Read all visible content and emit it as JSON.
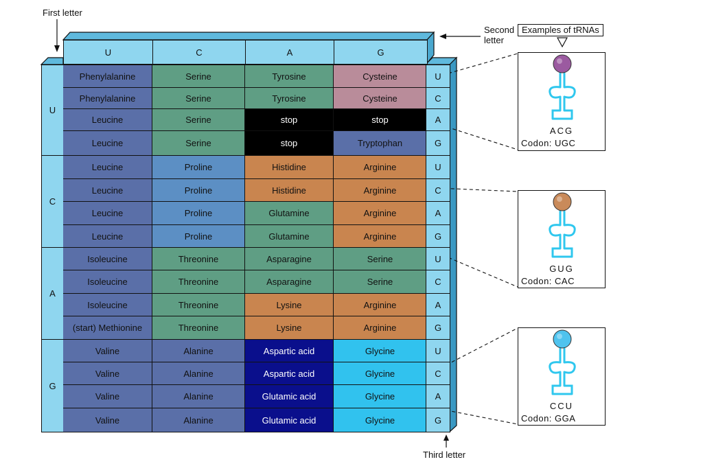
{
  "labels": {
    "first_letter": "First letter",
    "second_letter": "Second\nletter",
    "third_letter": "Third letter",
    "examples": "Examples of tRNAs"
  },
  "second_letters": [
    "U",
    "C",
    "A",
    "G"
  ],
  "first_letters": [
    "U",
    "C",
    "A",
    "G"
  ],
  "third_letters": [
    "U",
    "C",
    "A",
    "G",
    "U",
    "C",
    "A",
    "G",
    "U",
    "C",
    "A",
    "G",
    "U",
    "C",
    "A",
    "G"
  ],
  "colors": {
    "slate": "#5a6fa8",
    "green": "#5f9e84",
    "mauve": "#b98c9a",
    "stop": "#000000",
    "sky": "#5c8fc4",
    "orange": "#c9854f",
    "navy": "#0a0f8c",
    "cyan": "#31c2ee",
    "trna_purple": "#9b5aa0",
    "trna_brown": "#c98a5a",
    "trna_blue": "#4fc3ee",
    "trna_cyan": "#2fc7ee"
  },
  "rows": [
    [
      [
        "Phenylalanine",
        "slate"
      ],
      [
        "Serine",
        "green"
      ],
      [
        "Tyrosine",
        "green"
      ],
      [
        "Cysteine",
        "mauve"
      ]
    ],
    [
      [
        "Phenylalanine",
        "slate"
      ],
      [
        "Serine",
        "green"
      ],
      [
        "Tyrosine",
        "green"
      ],
      [
        "Cysteine",
        "mauve"
      ]
    ],
    [
      [
        "Leucine",
        "slate"
      ],
      [
        "Serine",
        "green"
      ],
      [
        "stop",
        "stop"
      ],
      [
        "stop",
        "stop"
      ]
    ],
    [
      [
        "Leucine",
        "slate"
      ],
      [
        "Serine",
        "green"
      ],
      [
        "stop",
        "stop"
      ],
      [
        "Tryptophan",
        "slate"
      ]
    ],
    [
      [
        "Leucine",
        "slate"
      ],
      [
        "Proline",
        "sky"
      ],
      [
        "Histidine",
        "orange"
      ],
      [
        "Arginine",
        "orange"
      ]
    ],
    [
      [
        "Leucine",
        "slate"
      ],
      [
        "Proline",
        "sky"
      ],
      [
        "Histidine",
        "orange"
      ],
      [
        "Arginine",
        "orange"
      ]
    ],
    [
      [
        "Leucine",
        "slate"
      ],
      [
        "Proline",
        "sky"
      ],
      [
        "Glutamine",
        "green"
      ],
      [
        "Arginine",
        "orange"
      ]
    ],
    [
      [
        "Leucine",
        "slate"
      ],
      [
        "Proline",
        "sky"
      ],
      [
        "Glutamine",
        "green"
      ],
      [
        "Arginine",
        "orange"
      ]
    ],
    [
      [
        "Isoleucine",
        "slate"
      ],
      [
        "Threonine",
        "green"
      ],
      [
        "Asparagine",
        "green"
      ],
      [
        "Serine",
        "green"
      ]
    ],
    [
      [
        "Isoleucine",
        "slate"
      ],
      [
        "Threonine",
        "green"
      ],
      [
        "Asparagine",
        "green"
      ],
      [
        "Serine",
        "green"
      ]
    ],
    [
      [
        "Isoleucine",
        "slate"
      ],
      [
        "Threonine",
        "green"
      ],
      [
        "Lysine",
        "orange"
      ],
      [
        "Arginine",
        "orange"
      ]
    ],
    [
      [
        "(start) Methionine",
        "slate"
      ],
      [
        "Threonine",
        "green"
      ],
      [
        "Lysine",
        "orange"
      ],
      [
        "Arginine",
        "orange"
      ]
    ],
    [
      [
        "Valine",
        "slate"
      ],
      [
        "Alanine",
        "slate"
      ],
      [
        "Aspartic acid",
        "navy"
      ],
      [
        "Glycine",
        "cyan"
      ]
    ],
    [
      [
        "Valine",
        "slate"
      ],
      [
        "Alanine",
        "slate"
      ],
      [
        "Aspartic acid",
        "navy"
      ],
      [
        "Glycine",
        "cyan"
      ]
    ],
    [
      [
        "Valine",
        "slate"
      ],
      [
        "Alanine",
        "slate"
      ],
      [
        "Glutamic acid",
        "navy"
      ],
      [
        "Glycine",
        "cyan"
      ]
    ],
    [
      [
        "Valine",
        "slate"
      ],
      [
        "Alanine",
        "slate"
      ],
      [
        "Glutamic acid",
        "navy"
      ],
      [
        "Glycine",
        "cyan"
      ]
    ]
  ],
  "trnas": [
    {
      "anticodon": "ACG",
      "codon": "Codon: UGC",
      "color": "trna_purple"
    },
    {
      "anticodon": "GUG",
      "codon": "Codon: CAC",
      "color": "trna_brown"
    },
    {
      "anticodon": "CCU",
      "codon": "Codon: GGA",
      "color": "trna_blue"
    }
  ]
}
